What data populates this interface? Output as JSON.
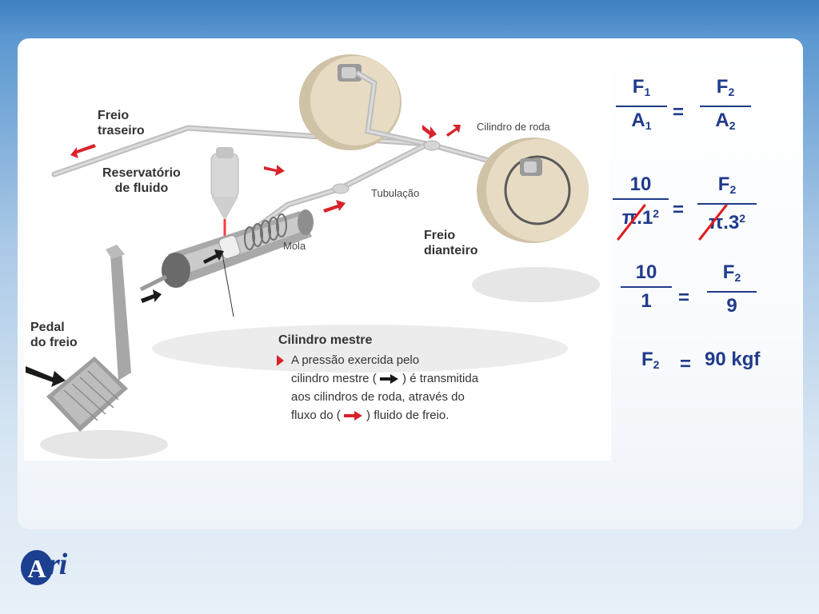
{
  "diagram": {
    "labels": {
      "rear_brake": [
        "Freio",
        "traseiro"
      ],
      "fluid_reservoir": [
        "Reservatório",
        "de fluido"
      ],
      "wheel_cylinder": "Cilindro de roda",
      "tubing": "Tubulação",
      "spring": "Mola",
      "front_brake": [
        "Freio",
        "dianteiro"
      ],
      "brake_pedal": [
        "Pedal",
        "do freio"
      ]
    },
    "caption": {
      "title": "Cilindro mestre",
      "line1": "A pressão exercida pelo",
      "line2_pre": "cilindro mestre (",
      "line2_post": ") é transmitida",
      "line3": "aos cilindros de roda, através do",
      "line4_pre": "fluxo do  (",
      "line4_post": ") fluido de freio."
    },
    "colors": {
      "arrow_red": "#d9222a",
      "arrow_black": "#1a1a1a",
      "disc": "#e4d8bf"
    }
  },
  "formulas": {
    "eq1": {
      "left_num": "F",
      "left_num_sub": "1",
      "left_den": "A",
      "left_den_sub": "1",
      "op": "=",
      "right_num": "F",
      "right_num_sub": "2",
      "right_den": "A",
      "right_den_sub": "2"
    },
    "eq2": {
      "left_num": "10",
      "left_den": "π.1",
      "left_den_sup": "2",
      "op": "=",
      "right_num": "F",
      "right_num_sub": "2",
      "right_den": "π.3",
      "right_den_sup": "2"
    },
    "eq3": {
      "left_num": "10",
      "left_den": "1",
      "op": "=",
      "right_num": "F",
      "right_num_sub": "2",
      "right_den": "9"
    },
    "result": {
      "symbol": "F",
      "sub": "2",
      "op": "=",
      "value": "90 kgf"
    },
    "color": "#1f3a8a",
    "strike_color": "#e01a1a"
  },
  "logo": {
    "text": "ri",
    "letter_A": "A",
    "color": "#1c3f8f"
  }
}
